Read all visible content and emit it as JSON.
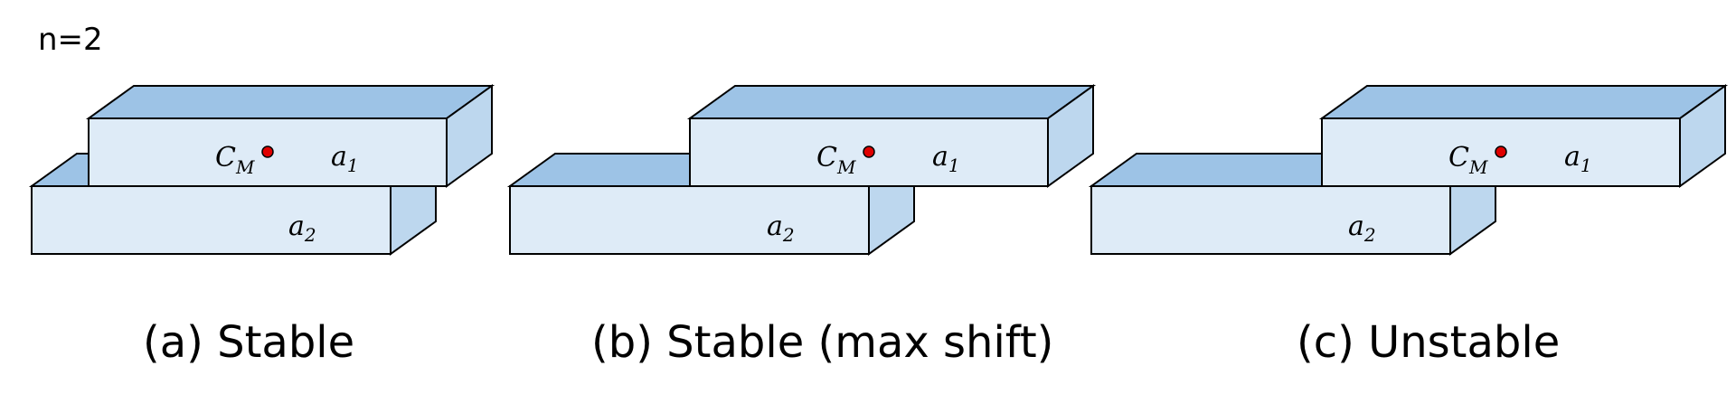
{
  "header": {
    "n_label": "n=2"
  },
  "labels": {
    "cm_main": "C",
    "cm_sub": "M",
    "a_main": "a",
    "a1_sub": "1",
    "a2_sub": "2"
  },
  "panels": [
    {
      "caption": "(a) Stable"
    },
    {
      "caption": "(b) Stable (max shift)"
    },
    {
      "caption": "(c) Unstable"
    }
  ],
  "colors": {
    "front": "#deebf7",
    "top": "#9dc3e6",
    "side": "#bdd7ee",
    "cm_dot": "#e00000"
  }
}
